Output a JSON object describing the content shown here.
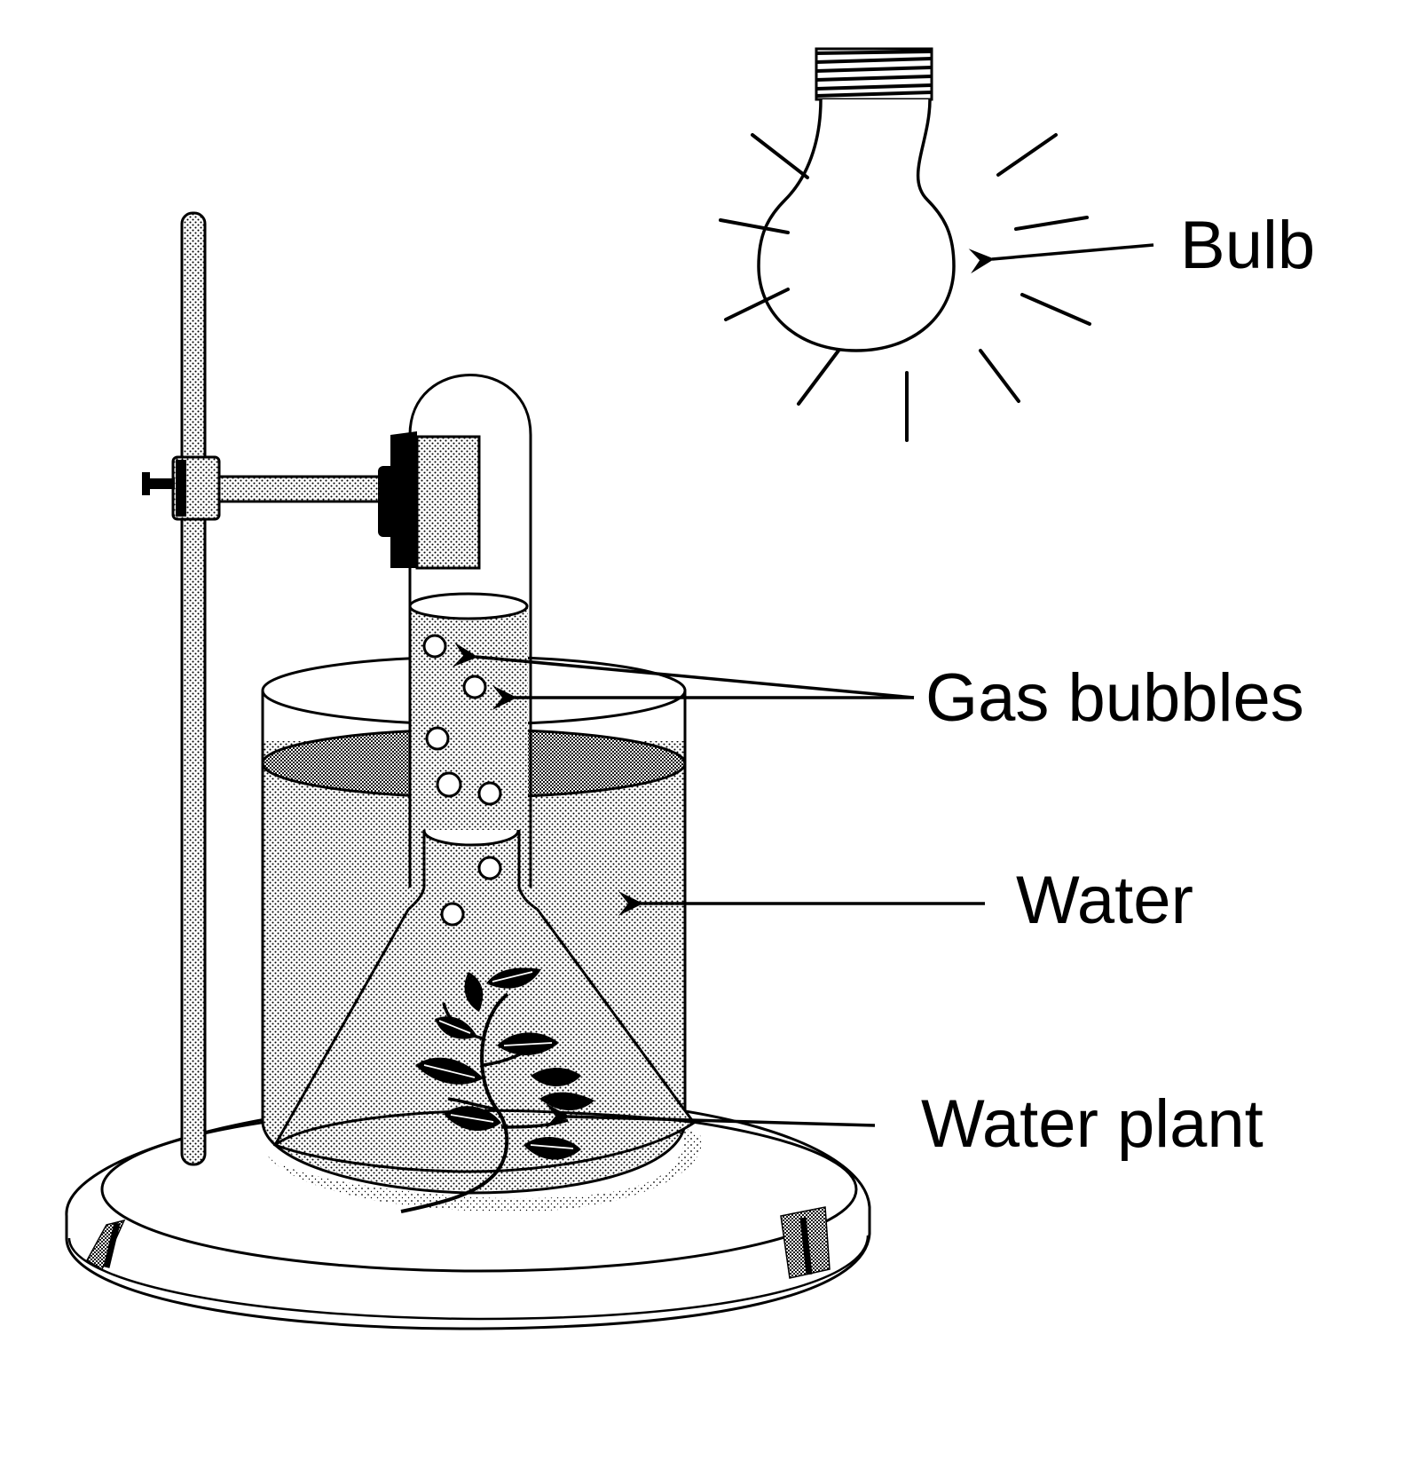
{
  "labels": {
    "bulb": "Bulb",
    "gas_bubbles": "Gas bubbles",
    "water": "Water",
    "water_plant": "Water plant"
  },
  "colors": {
    "ink": "#000000",
    "paper": "#ffffff"
  }
}
